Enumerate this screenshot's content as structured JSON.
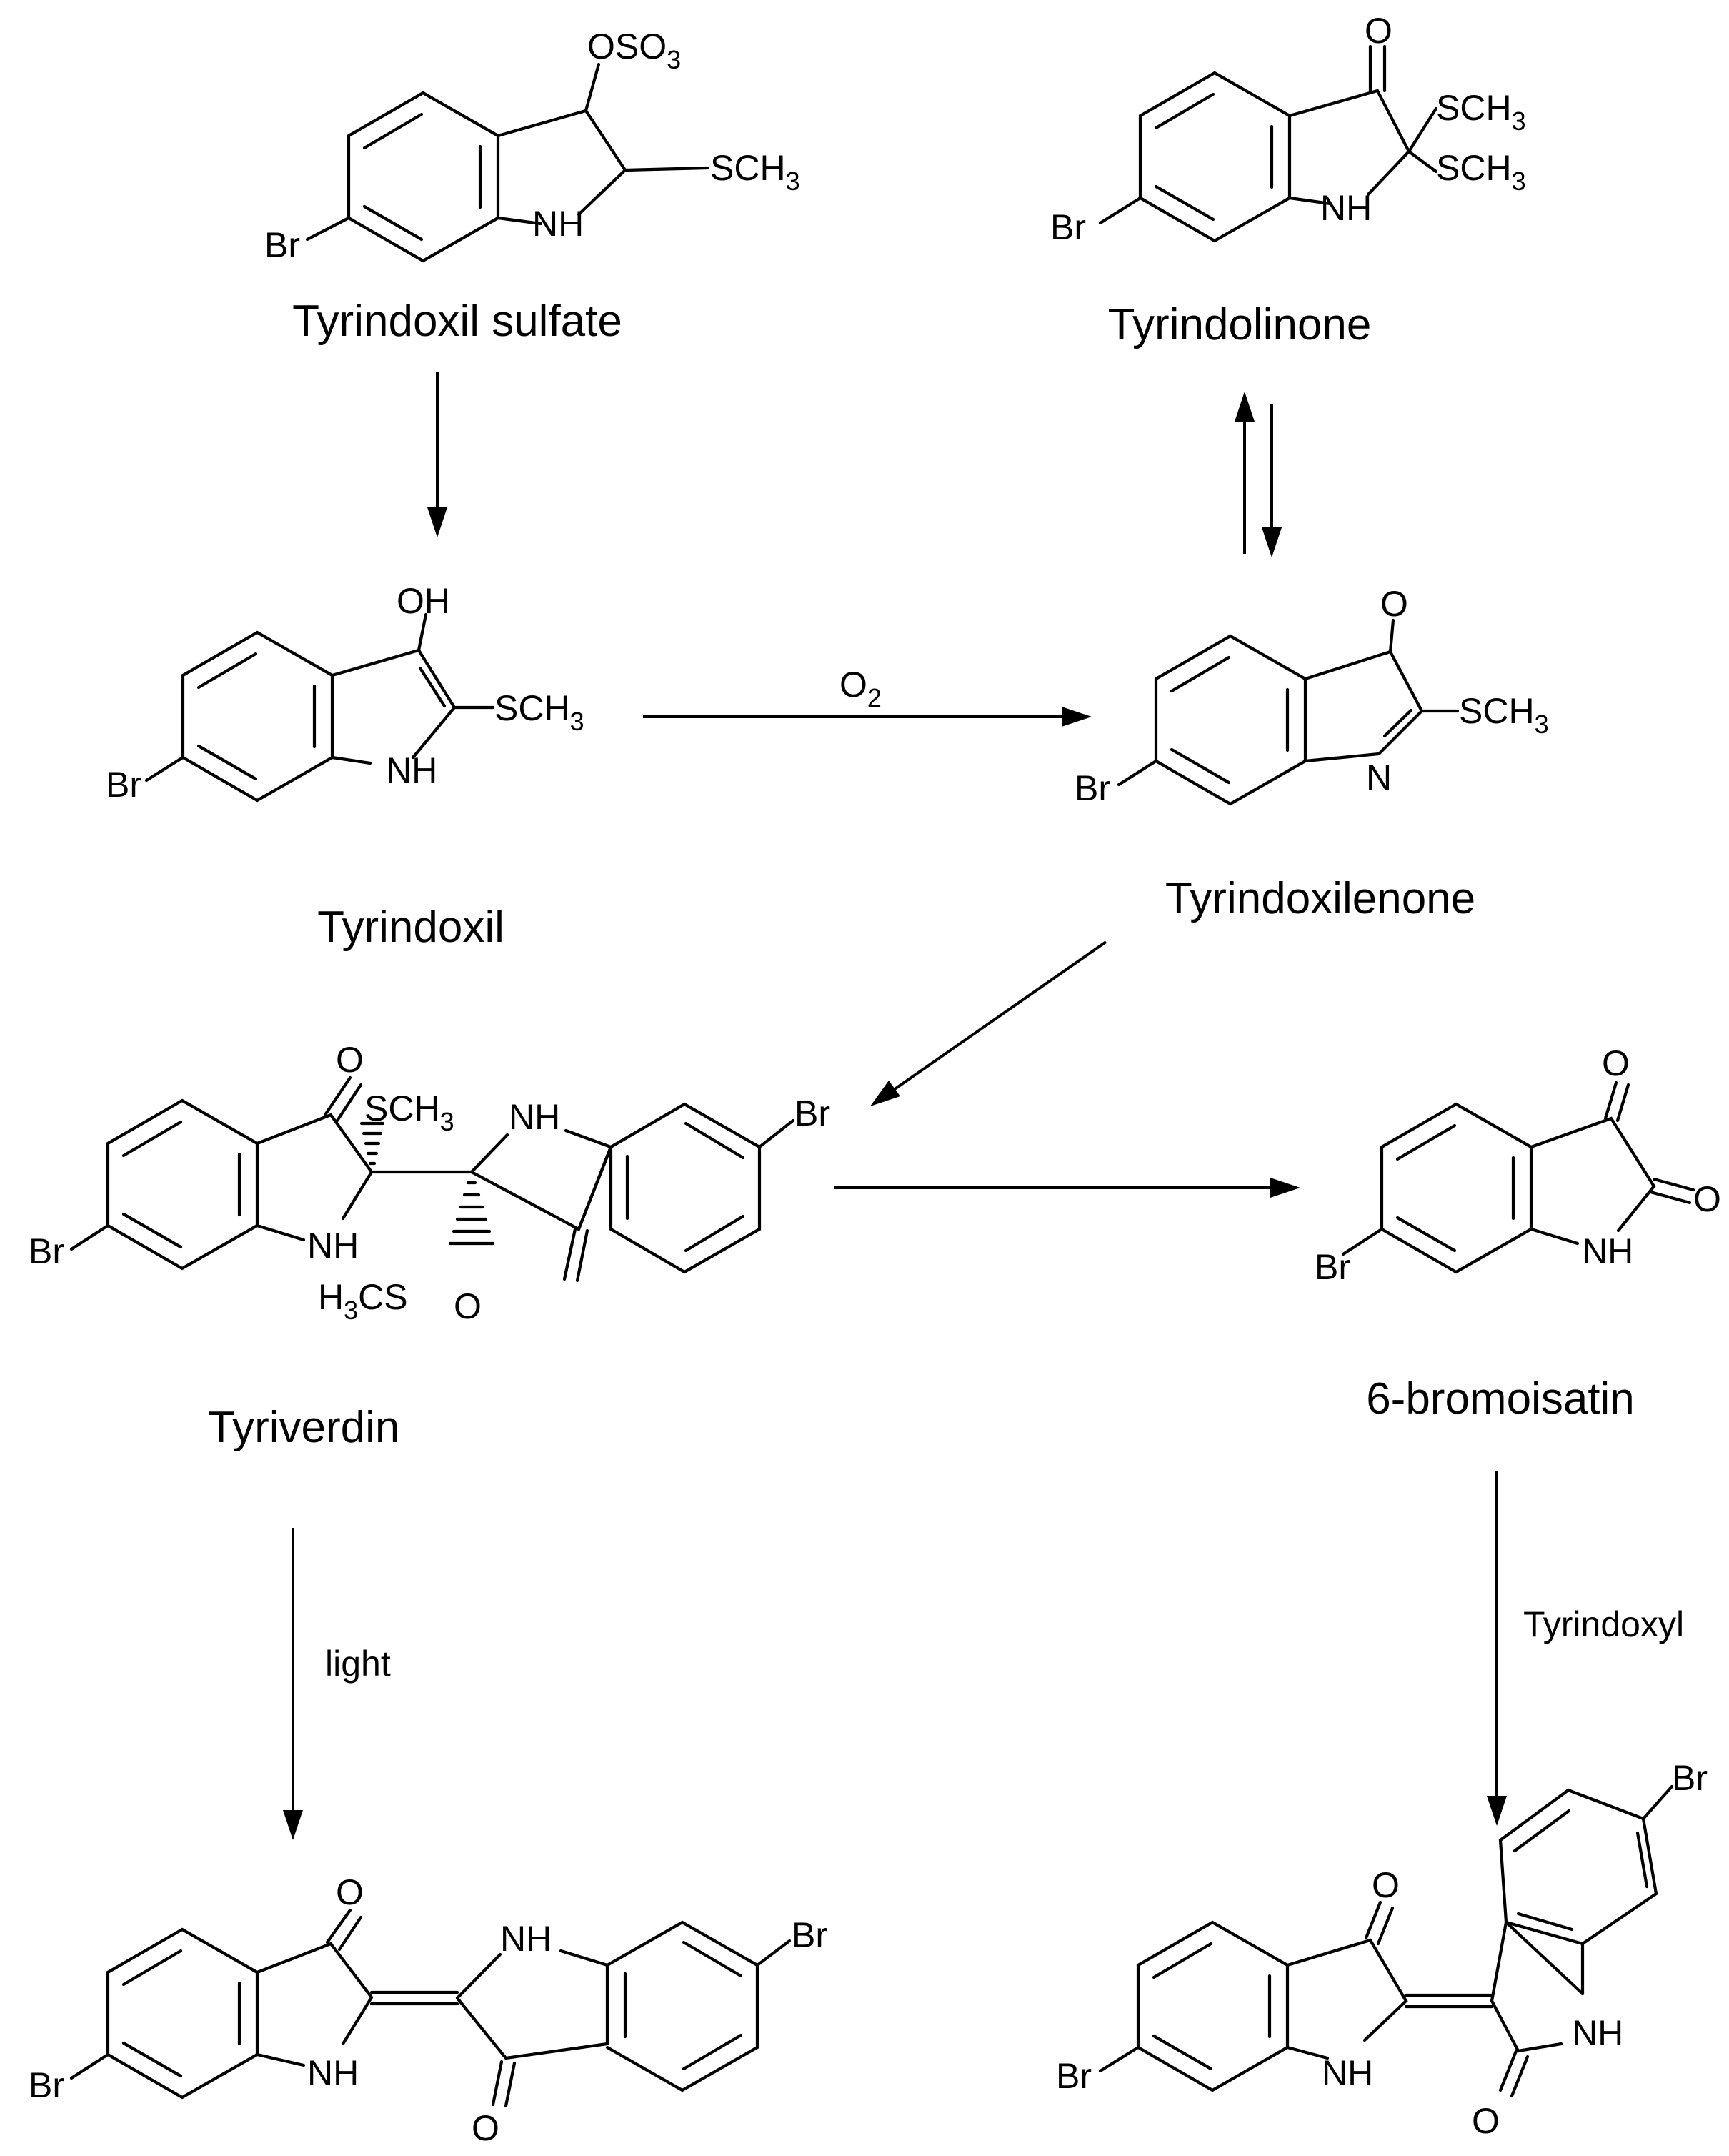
{
  "compounds": {
    "tyrindoxil_sulfate": {
      "name": "Tyrindoxil sulfate",
      "atoms": {
        "br": "Br",
        "nh": "NH",
        "oso3": "OSO",
        "oso3_sub": "3",
        "sch3": "SCH",
        "sch3_sub": "3"
      }
    },
    "tyrindolinone": {
      "name": "Tyrindolinone",
      "atoms": {
        "o": "O",
        "br": "Br",
        "nh": "NH",
        "sch3_a": "SCH",
        "sch3_a_sub": "3",
        "sch3_b": "SCH",
        "sch3_b_sub": "3"
      }
    },
    "tyrindoxil": {
      "name": "Tyrindoxil",
      "atoms": {
        "oh": "OH",
        "br": "Br",
        "nh": "NH",
        "sch3": "SCH",
        "sch3_sub": "3"
      }
    },
    "tyrindoxilenone": {
      "name": "Tyrindoxilenone",
      "atoms": {
        "o": "O",
        "br": "Br",
        "n": "N",
        "sch3": "SCH",
        "sch3_sub": "3"
      }
    },
    "tyriverdin": {
      "name": "Tyriverdin",
      "atoms": {
        "o1": "O",
        "o2": "O",
        "br1": "Br",
        "br2": "Br",
        "nh1": "NH",
        "nh2": "NH",
        "sch3": "SCH",
        "sch3_sub": "3",
        "h3cs_h": "H",
        "h3cs_sub": "3",
        "h3cs_cs": "CS"
      }
    },
    "bromoisatin": {
      "name": "6-bromoisatin",
      "atoms": {
        "o1": "O",
        "o2": "O",
        "br": "Br",
        "nh": "NH"
      }
    },
    "dibromoindigo": {
      "atoms": {
        "o1": "O",
        "o2": "O",
        "br1": "Br",
        "br2": "Br",
        "nh1": "NH",
        "nh2": "NH"
      }
    },
    "dibromoindirubin": {
      "atoms": {
        "o1": "O",
        "o2": "O",
        "br1": "Br",
        "br2": "Br",
        "nh1": "NH",
        "nh2": "NH"
      }
    }
  },
  "conditions": {
    "oxidation": {
      "label": "O",
      "sub": "2"
    },
    "photolysis": {
      "label": "light"
    },
    "condensation": {
      "label": "Tyrindoxyl"
    }
  }
}
